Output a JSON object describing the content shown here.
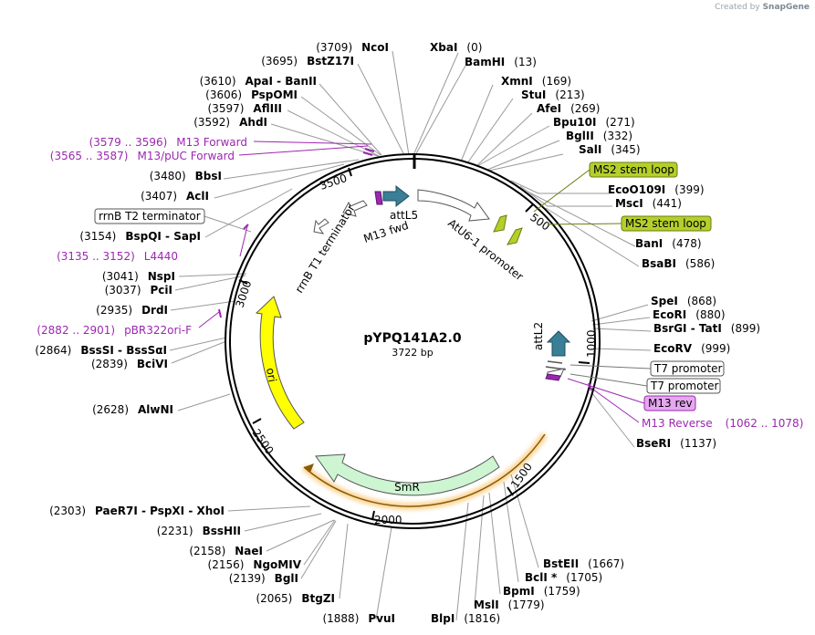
{
  "credit": {
    "prefix": "Created by",
    "brand": "SnapGene"
  },
  "plasmid": {
    "name": "pYPQ141A2.0",
    "size": "3722 bp",
    "length": 3722
  },
  "ticks": [
    "500",
    "1000",
    "1500",
    "2000",
    "2500",
    "3000",
    "3500"
  ],
  "right_enzymes": [
    {
      "name": "XbaI",
      "pos": "(0)"
    },
    {
      "name": "BamHI",
      "pos": "(13)"
    },
    {
      "name": "XmnI",
      "pos": "(169)"
    },
    {
      "name": "StuI",
      "pos": "(213)"
    },
    {
      "name": "AfeI",
      "pos": "(269)"
    },
    {
      "name": "Bpu10I",
      "pos": "(271)"
    },
    {
      "name": "BglII",
      "pos": "(332)"
    },
    {
      "name": "SalI",
      "pos": "(345)"
    },
    {
      "name": "EcoO109I",
      "pos": "(399)"
    },
    {
      "name": "MscI",
      "pos": "(441)"
    },
    {
      "name": "BanI",
      "pos": "(478)"
    },
    {
      "name": "BsaBI",
      "pos": "(586)"
    },
    {
      "name": "SpeI",
      "pos": "(868)"
    },
    {
      "name": "EcoRI",
      "pos": "(880)"
    },
    {
      "name": "BsrGI - TatI",
      "pos": "(899)"
    },
    {
      "name": "EcoRV",
      "pos": "(999)"
    },
    {
      "name": "BseRI",
      "pos": "(1137)"
    },
    {
      "name": "BstEII",
      "pos": "(1667)"
    },
    {
      "name": "BclI *",
      "pos": "(1705)"
    },
    {
      "name": "BpmI",
      "pos": "(1759)"
    },
    {
      "name": "MslI",
      "pos": "(1779)"
    },
    {
      "name": "BlpI",
      "pos": "(1816)"
    }
  ],
  "left_enzymes": [
    {
      "name": "NcoI",
      "pos": "(3709)"
    },
    {
      "name": "BstZ17I",
      "pos": "(3695)"
    },
    {
      "name": "ApaI  -  BanII",
      "pos": "(3610)"
    },
    {
      "name": "PspOMI",
      "pos": "(3606)"
    },
    {
      "name": "AflIII",
      "pos": "(3597)"
    },
    {
      "name": "AhdI",
      "pos": "(3592)"
    },
    {
      "name": "BbsI",
      "pos": "(3480)"
    },
    {
      "name": "AclI",
      "pos": "(3407)"
    },
    {
      "name": "BspQI  -  SapI",
      "pos": "(3154)"
    },
    {
      "name": "NspI",
      "pos": "(3041)"
    },
    {
      "name": "PciI",
      "pos": "(3037)"
    },
    {
      "name": "DrdI",
      "pos": "(2935)"
    },
    {
      "name": "BssSI  -  BssSαI",
      "pos": "(2864)"
    },
    {
      "name": "BciVI",
      "pos": "(2839)"
    },
    {
      "name": "AlwNI",
      "pos": "(2628)"
    },
    {
      "name": "PaeR7I  -  PspXI  -  XhoI",
      "pos": "(2303)"
    },
    {
      "name": "BssHII",
      "pos": "(2231)"
    },
    {
      "name": "NaeI",
      "pos": "(2158)"
    },
    {
      "name": "NgoMIV",
      "pos": "(2156)"
    },
    {
      "name": "BglI",
      "pos": "(2139)"
    },
    {
      "name": "BtgZI",
      "pos": "(2065)"
    },
    {
      "name": "PvuI",
      "pos": "(1888)"
    }
  ],
  "primers_left": [
    {
      "name": "M13 Forward",
      "pos": "(3579 .. 3596)"
    },
    {
      "name": "M13/pUC Forward",
      "pos": "(3565 .. 3587)"
    },
    {
      "name": "L4440",
      "pos": "(3135 .. 3152)"
    },
    {
      "name": "pBR322ori-F",
      "pos": "(2882 .. 2901)"
    }
  ],
  "primer_right": {
    "name": "M13 Reverse",
    "pos": "(1062 .. 1078)"
  },
  "boxed_labels": {
    "ms2_a": "MS2 stem loop",
    "ms2_b": "MS2 stem loop",
    "t7_a": "T7 promoter",
    "t7_b": "T7 promoter",
    "m13rev": "M13 rev",
    "rrnb_t2": "rrnB T2 terminator"
  },
  "inner_features": {
    "attl5": "attL5",
    "m13fwd": "M13 fwd",
    "atu6": "AtU6-1 promoter",
    "rrnb_t1": "rrnB T1 terminator",
    "attl2": "attL2",
    "ori": "ori",
    "smr": "SmR"
  },
  "colors": {
    "ms2": "#b5cf2a",
    "t7": "#ffffff",
    "m13rev": "#e5a8f0",
    "attl": "#3a7f95",
    "ori": "#ffff00",
    "smr": "#cdf5d2",
    "primer": "#9c27b0",
    "selection": "#f5a623"
  }
}
